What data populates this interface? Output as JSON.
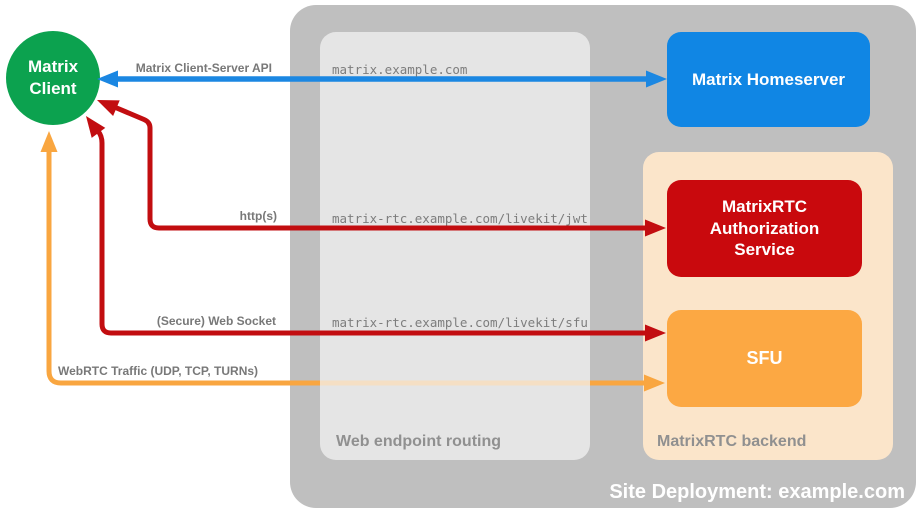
{
  "diagram": {
    "title": "Site Deployment: example.com",
    "client": {
      "label": "Matrix Client"
    },
    "homeserver": {
      "label": "Matrix Homeserver"
    },
    "routing": {
      "label": "Web endpoint routing",
      "endpoints": {
        "homeserver": "matrix.example.com",
        "jwt": "matrix-rtc.example.com/livekit/jwt",
        "sfu": "matrix-rtc.example.com/livekit/sfu"
      }
    },
    "backend": {
      "label": "MatrixRTC backend",
      "auth_service": {
        "label": "MatrixRTC Authorization Service"
      },
      "sfu": {
        "label": "SFU"
      }
    },
    "connections": {
      "client_server_api": {
        "label": "Matrix Client-Server API"
      },
      "https": {
        "label": "http(s)"
      },
      "websocket": {
        "label": "(Secure) Web Socket"
      },
      "webrtc": {
        "label": "WebRTC Traffic (UDP, TCP, TURNs)"
      }
    },
    "colors": {
      "client_green": "#0ca24f",
      "homeserver_blue": "#1086e4",
      "auth_red": "#c9090d",
      "sfu_orange": "#fca843",
      "arrow_blue": "#1b87e2",
      "arrow_red": "#c20d10",
      "arrow_orange": "#f9a640",
      "backend_peach": "#fbe5ca",
      "deployment_gray": "#bfbfbf",
      "label_gray": "#787878"
    }
  }
}
